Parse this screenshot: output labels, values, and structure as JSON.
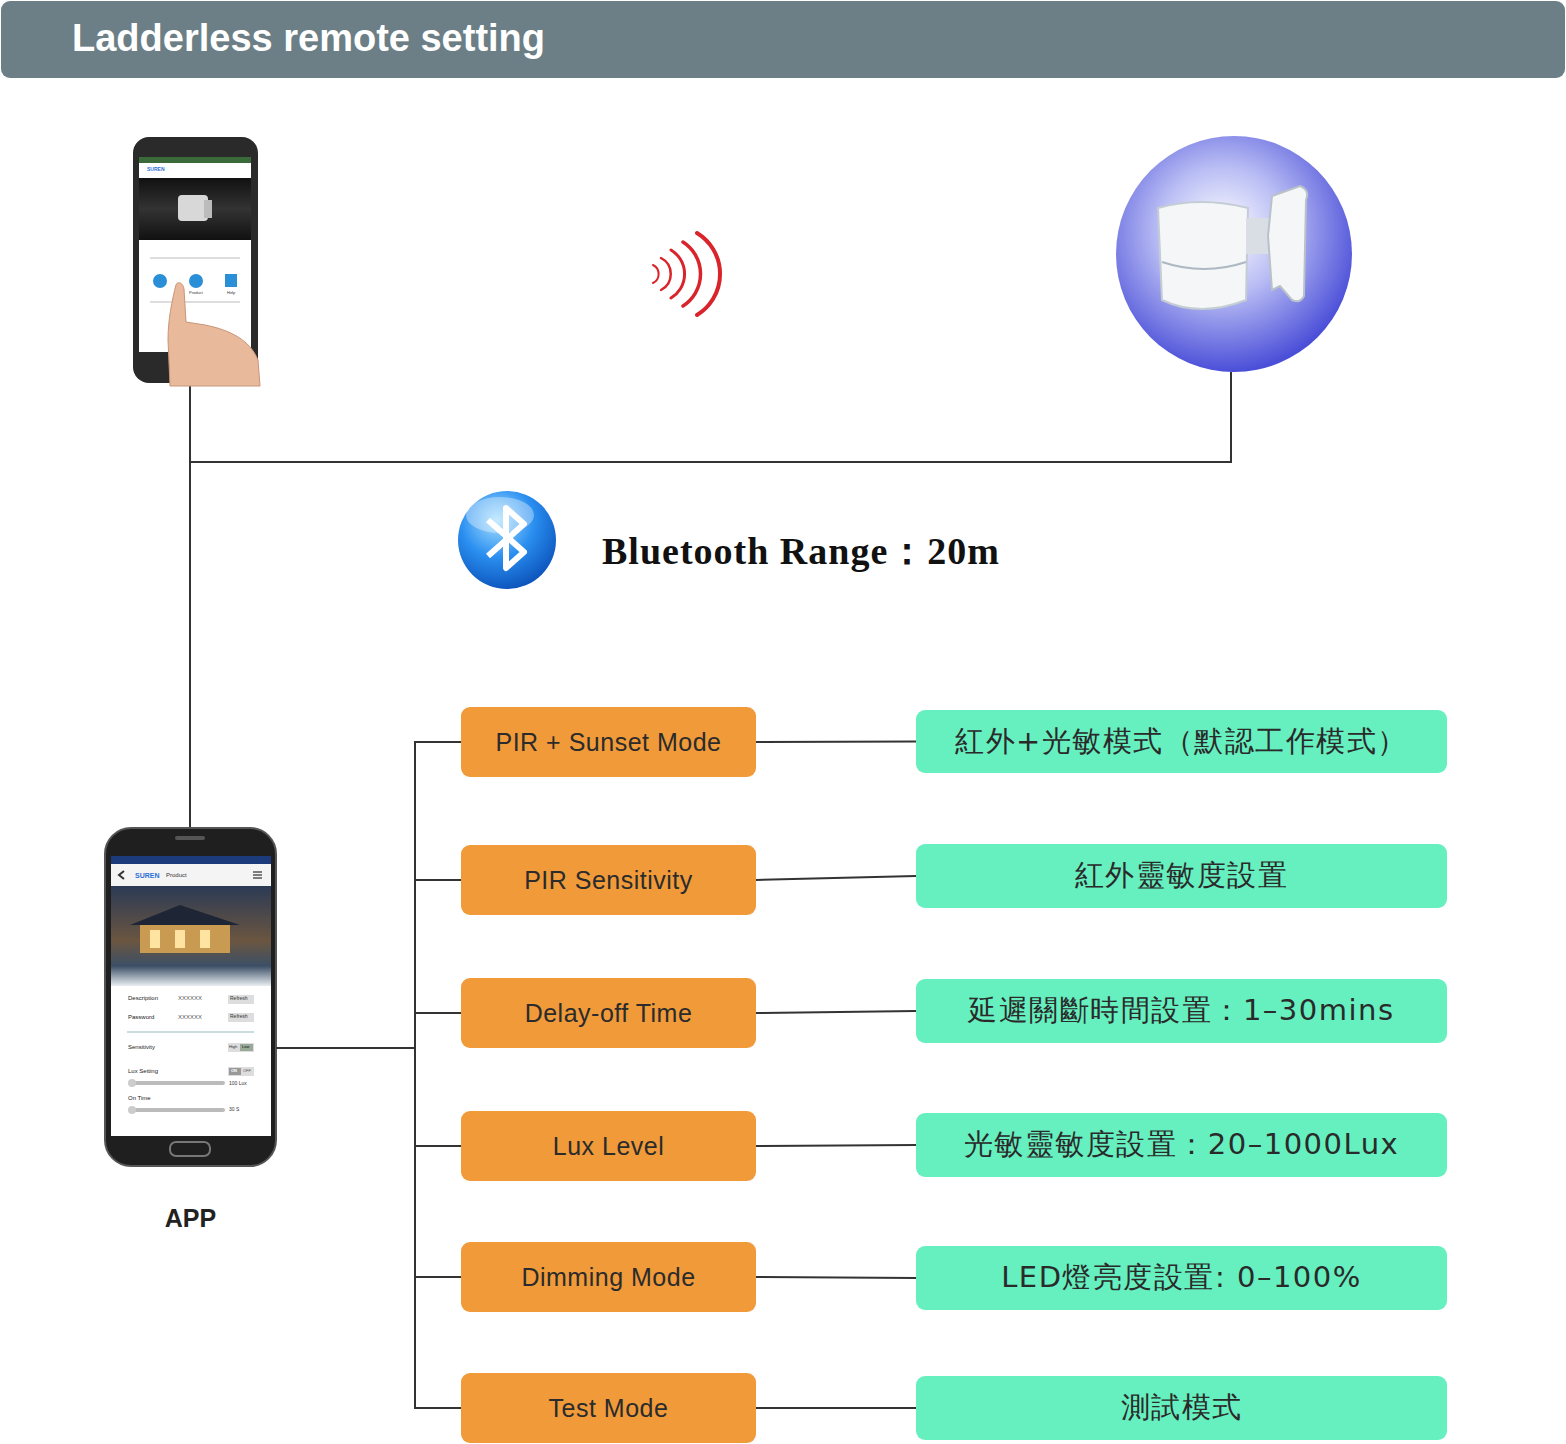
{
  "diagram": {
    "title": "Ladderless remote setting",
    "nodes": [
      {
        "text": [
          "APP"
        ]
      },
      {
        "text": [
          "PIR + Sunset Mode"
        ]
      },
      {
        "text": [
          "PIR Sensitivity"
        ]
      },
      {
        "text": [
          "Delay-off Time"
        ]
      },
      {
        "text": [
          "Lux Level"
        ]
      },
      {
        "text": [
          "Dimming Mode"
        ]
      },
      {
        "text": [
          "Test Mode"
        ]
      },
      {
        "text": [
          "紅外+光敏模式（默認工作模式）"
        ]
      },
      {
        "text": [
          "紅外靈敏度設置"
        ]
      },
      {
        "text": [
          "延遲關斷時間設置：1–30mins"
        ]
      },
      {
        "text": [
          "光敏靈敏度設置：20–1000Lux"
        ]
      },
      {
        "text": [
          "LED燈亮度設置: 0–100%"
        ]
      },
      {
        "text": [
          "測試模式"
        ]
      }
    ],
    "edges": [
      {
        "from": 0,
        "to": 1,
        "arrow": "none"
      },
      {
        "from": 0,
        "to": 2,
        "arrow": "none"
      },
      {
        "from": 0,
        "to": 3,
        "arrow": "none"
      },
      {
        "from": 0,
        "to": 4,
        "arrow": "none"
      },
      {
        "from": 0,
        "to": 5,
        "arrow": "none"
      },
      {
        "from": 0,
        "to": 6,
        "arrow": "none"
      },
      {
        "from": 1,
        "to": 7,
        "arrow": "none"
      },
      {
        "from": 2,
        "to": 8,
        "arrow": "none"
      },
      {
        "from": 3,
        "to": 9,
        "arrow": "none"
      },
      {
        "from": 4,
        "to": 10,
        "arrow": "none"
      },
      {
        "from": 5,
        "to": 11,
        "arrow": "none"
      },
      {
        "from": 6,
        "to": 12,
        "arrow": "none"
      }
    ],
    "labels": [
      "Bluetooth Range：20m",
      "SUREN",
      "Product",
      "Help",
      "SUREN",
      "Product",
      "Description",
      "XXXXXX",
      "Refresh",
      "Password",
      "XXXXXX",
      "Refresh",
      "Sensitivity",
      "High",
      "Low",
      "Lux Setting",
      "ON",
      "OFF",
      "100 Lux",
      "On Time",
      "30 S"
    ]
  }
}
